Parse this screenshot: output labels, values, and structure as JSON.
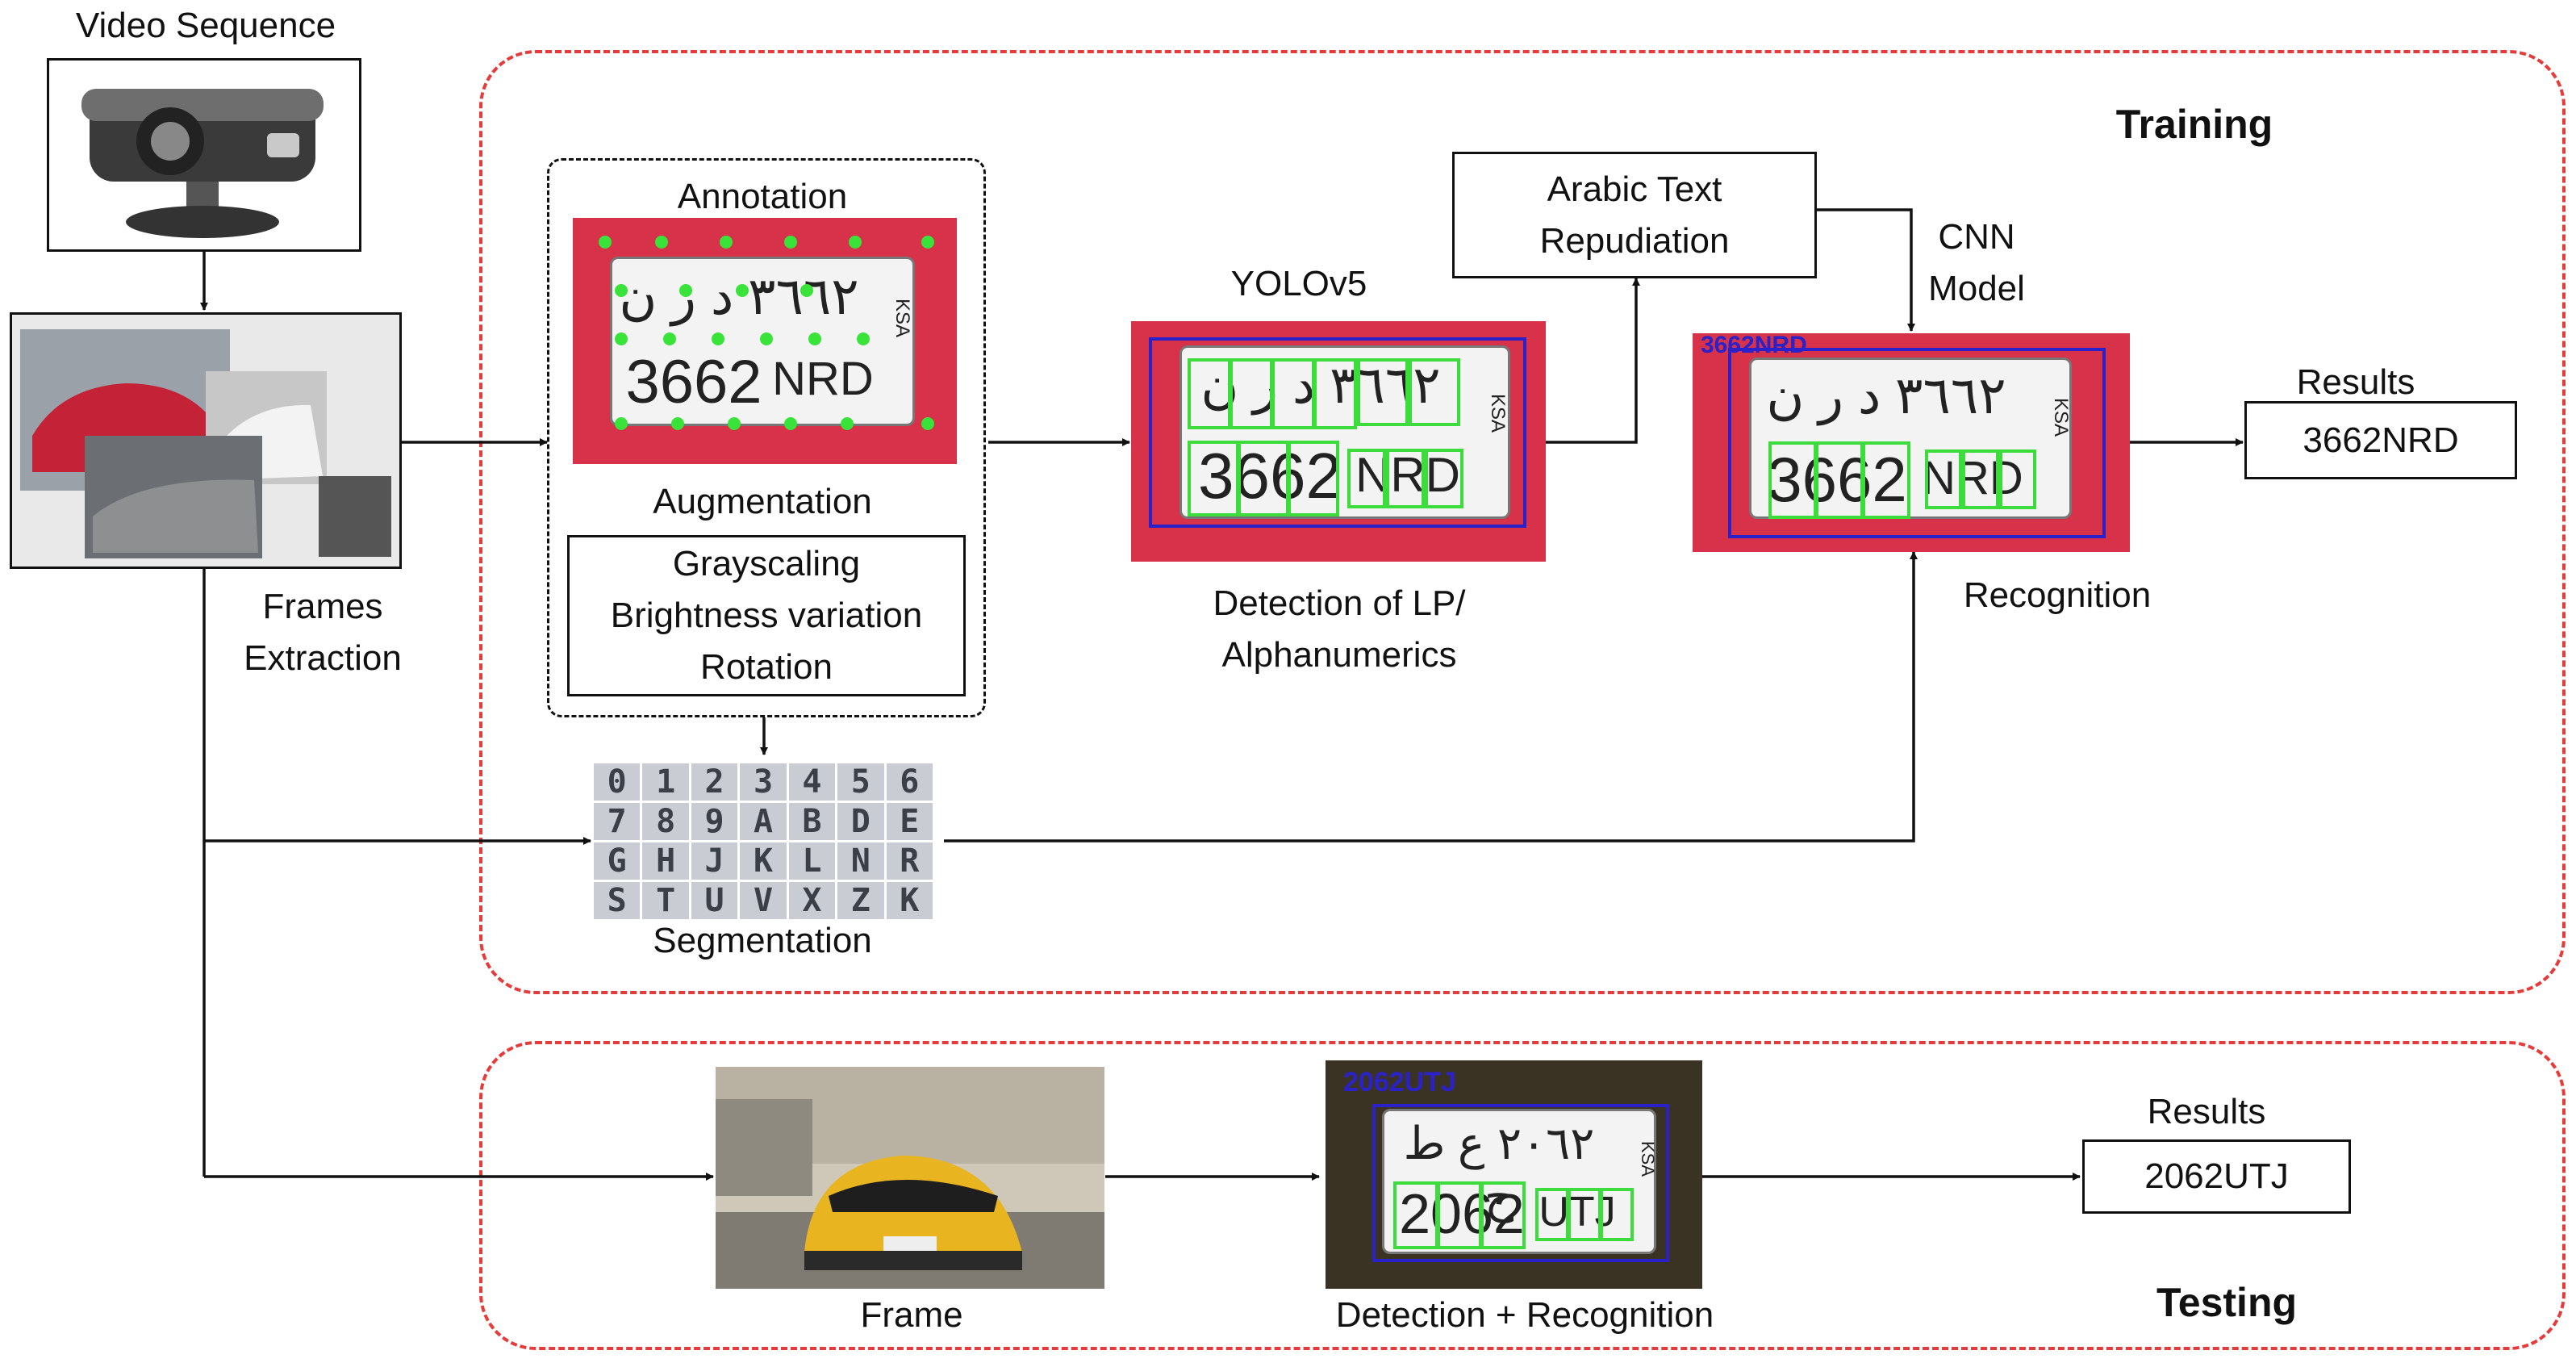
{
  "regions": {
    "training_title": "Training",
    "testing_title": "Testing"
  },
  "input": {
    "video_label": "Video Sequence",
    "frames_label": "Frames\nExtraction"
  },
  "training": {
    "annotation_label": "Annotation",
    "augmentation_label": "Augmentation",
    "augmentation_ops": "Grayscaling\nBrightness variation\nRotation",
    "segmentation_label": "Segmentation",
    "segmentation_chars": [
      "0",
      "1",
      "2",
      "3",
      "4",
      "5",
      "6",
      "7",
      "8",
      "9",
      "A",
      "B",
      "D",
      "E",
      "G",
      "H",
      "J",
      "K",
      "L",
      "N",
      "R",
      "S",
      "T",
      "U",
      "V",
      "X",
      "Z",
      "K"
    ],
    "yolo_label": "YOLOv5",
    "detection_label": "Detection of LP/\nAlphanumerics",
    "arabic_box": "Arabic Text\nRepudiation",
    "cnn_label": "CNN\nModel",
    "recognition_label": "Recognition",
    "results_label": "Results",
    "results_value": "3662NRD",
    "plate_latin": "3662",
    "plate_letters": "NRD",
    "plate_arabic": "٣٦٦٢  د ر ن",
    "plate_overlay": "3662NRD",
    "ksa": "KSA"
  },
  "testing": {
    "frame_label": "Frame",
    "det_rec_label": "Detection + Recognition",
    "results_label": "Results",
    "results_value": "2062UTJ",
    "plate_latin": "2062",
    "plate_letters": "UTJ",
    "plate_arabic": "٢٠٦٢  ع ط ح",
    "plate_overlay": "2062UTJ",
    "ksa": "KSA"
  },
  "colors": {
    "dashed_red": "#e63b3b",
    "car_red": "#d8324a",
    "yolo_green": "#3ddc3d",
    "bbox_blue": "#2a22c8",
    "car_yellow": "#e8b420"
  }
}
